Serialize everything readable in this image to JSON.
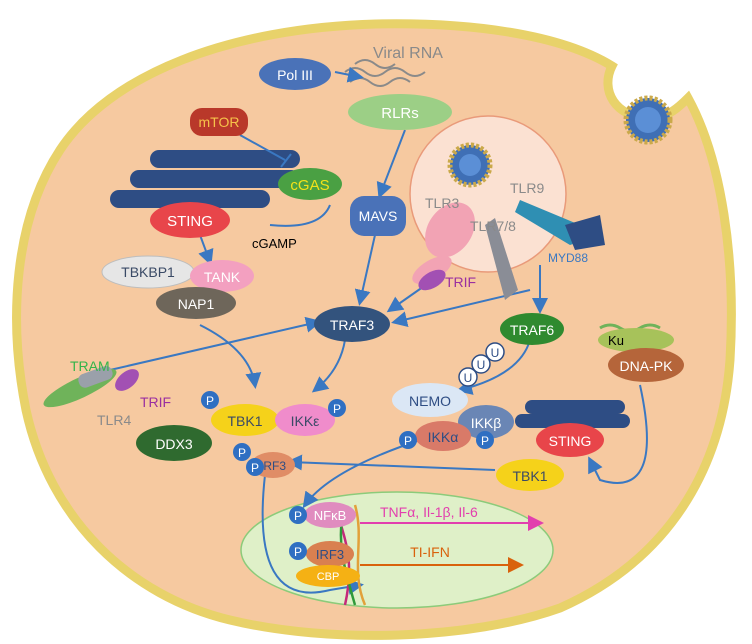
{
  "labels": {
    "pol3": "Pol III",
    "viral_rna": "Viral RNA",
    "rlrs": "RLRs",
    "mtor": "mTOR",
    "cgas": "cGAS",
    "sting_top": "STING",
    "cgamp": "cGAMP",
    "mavs": "MAVS",
    "tlr3": "TLR3",
    "tlr78": "TLR7/8",
    "tlr9": "TLR9",
    "myd88": "MYD88",
    "trif_mid": "TRIF",
    "tbkbp1": "TBKBP1",
    "tank": "TANK",
    "nap1": "NAP1",
    "traf3": "TRAF3",
    "traf6": "TRAF6",
    "u1": "U",
    "u2": "U",
    "u3": "U",
    "ku": "Ku",
    "dnapk": "DNA-PK",
    "tram": "TRAM",
    "trif_left": "TRIF",
    "tlr4": "TLR4",
    "tbk1_left": "TBK1",
    "ikke": "IKKε",
    "nemo": "NEMO",
    "ikkb": "IKKβ",
    "ikka": "IKKα",
    "ddx3": "DDX3",
    "irf3_top": "IRF3",
    "sting_right": "STING",
    "tbk1_right": "TBK1",
    "nfkb": "NFκB",
    "cytokines": "TNFα, Il-1β, Il-6",
    "irf3_nuc": "IRF3",
    "ti_ifn": "TI-IFN",
    "cbp": "CBP",
    "p": "P"
  },
  "colors": {
    "cell_fill": "#f6c9a0",
    "cell_stroke": "#e8d26a",
    "nucleus_fill": "#dff0c8",
    "arrow": "#3a78c2",
    "label_grey": "#8a8a8a",
    "green_text": "#34b44a",
    "purple_text": "#9a2fa0",
    "yellow_text": "#f2e21a",
    "pink_text": "#e23fae",
    "orange_text": "#d9620c"
  }
}
